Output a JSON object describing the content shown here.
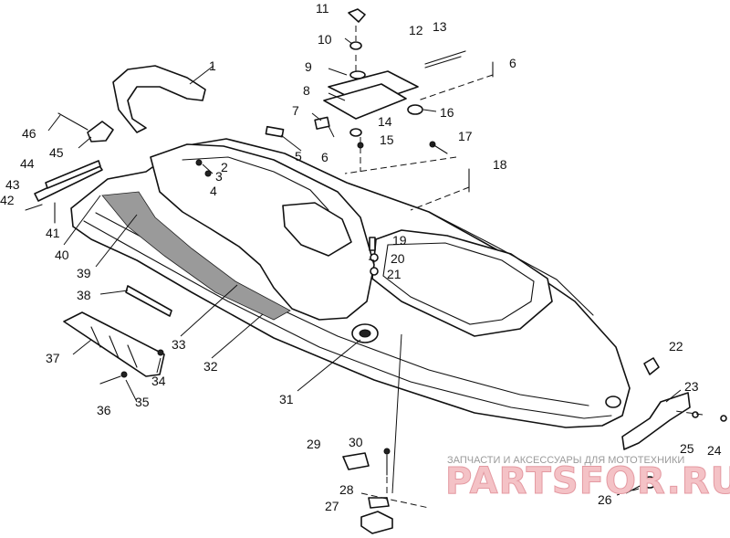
{
  "callouts": [
    {
      "id": "1",
      "label": "1"
    },
    {
      "id": "2",
      "label": "2"
    },
    {
      "id": "3",
      "label": "3"
    },
    {
      "id": "4",
      "label": "4"
    },
    {
      "id": "5",
      "label": "5"
    },
    {
      "id": "6a",
      "label": "6"
    },
    {
      "id": "6b",
      "label": "6"
    },
    {
      "id": "7",
      "label": "7"
    },
    {
      "id": "8",
      "label": "8"
    },
    {
      "id": "9",
      "label": "9"
    },
    {
      "id": "10",
      "label": "10"
    },
    {
      "id": "11",
      "label": "11"
    },
    {
      "id": "12",
      "label": "12"
    },
    {
      "id": "13",
      "label": "13"
    },
    {
      "id": "14",
      "label": "14"
    },
    {
      "id": "15",
      "label": "15"
    },
    {
      "id": "16",
      "label": "16"
    },
    {
      "id": "17",
      "label": "17"
    },
    {
      "id": "18",
      "label": "18"
    },
    {
      "id": "19",
      "label": "19"
    },
    {
      "id": "20",
      "label": "20"
    },
    {
      "id": "21",
      "label": "21"
    },
    {
      "id": "22",
      "label": "22"
    },
    {
      "id": "23",
      "label": "23"
    },
    {
      "id": "24",
      "label": "24"
    },
    {
      "id": "25",
      "label": "25"
    },
    {
      "id": "26",
      "label": "26"
    },
    {
      "id": "27",
      "label": "27"
    },
    {
      "id": "28",
      "label": "28"
    },
    {
      "id": "29",
      "label": "29"
    },
    {
      "id": "30",
      "label": "30"
    },
    {
      "id": "31",
      "label": "31"
    },
    {
      "id": "32",
      "label": "32"
    },
    {
      "id": "33",
      "label": "33"
    },
    {
      "id": "34",
      "label": "34"
    },
    {
      "id": "35",
      "label": "35"
    },
    {
      "id": "36",
      "label": "36"
    },
    {
      "id": "37",
      "label": "37"
    },
    {
      "id": "38",
      "label": "38"
    },
    {
      "id": "39",
      "label": "39"
    },
    {
      "id": "40",
      "label": "40"
    },
    {
      "id": "41",
      "label": "41"
    },
    {
      "id": "42",
      "label": "42"
    },
    {
      "id": "43",
      "label": "43"
    },
    {
      "id": "44",
      "label": "44"
    },
    {
      "id": "45",
      "label": "45"
    },
    {
      "id": "46",
      "label": "46"
    }
  ],
  "watermark": {
    "tagline": "ЗАПЧАСТИ И АКСЕССУАРЫ ДЛЯ МОТОТЕХНИКИ",
    "logo": "PARTSFOR.RU",
    "colors": {
      "logo_fill": "#f4c2c6",
      "logo_stroke": "#e49aa2",
      "tagline": "#9a9a9a"
    }
  }
}
